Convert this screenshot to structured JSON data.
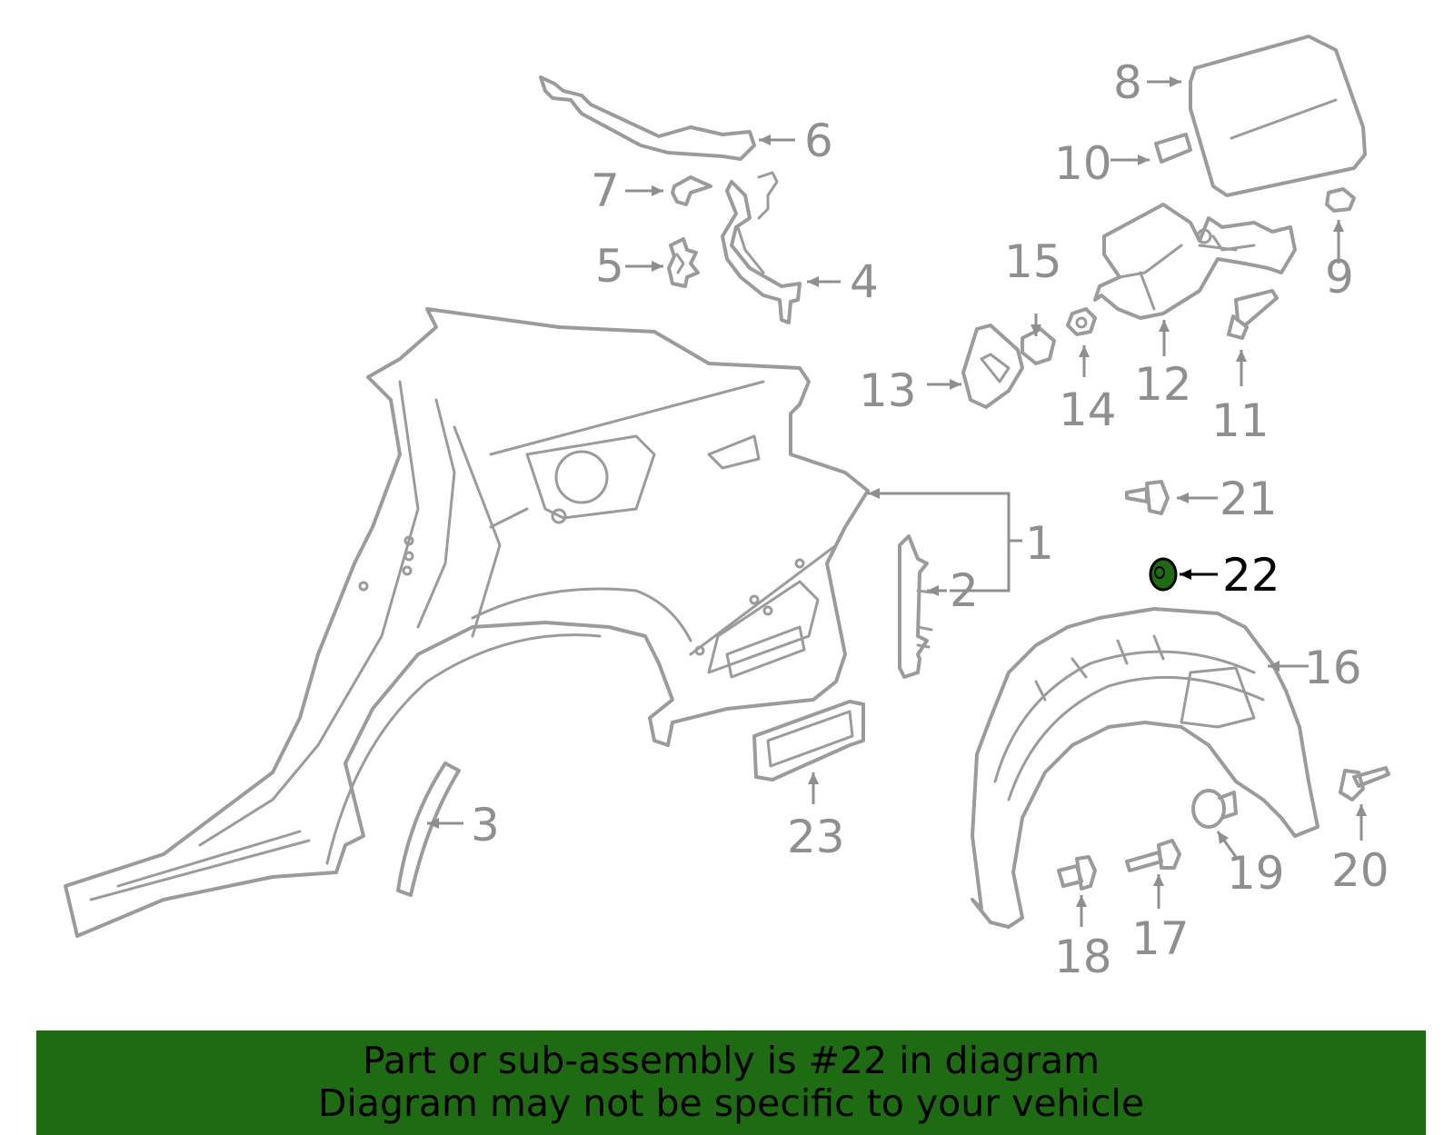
{
  "highlight": {
    "part_number": "22",
    "fill_color": "#1e6b14"
  },
  "banner": {
    "line1": "Part or sub-assembly is #22 in diagram",
    "line2": "Diagram may not be specific to your vehicle",
    "background_color": "#1e6b14"
  },
  "callouts": [
    "1",
    "2",
    "3",
    "4",
    "5",
    "6",
    "7",
    "8",
    "9",
    "10",
    "11",
    "12",
    "13",
    "14",
    "15",
    "16",
    "17",
    "18",
    "19",
    "20",
    "21",
    "22",
    "23"
  ],
  "colors": {
    "line": "#9b9b9b",
    "label": "#8f8f8f",
    "highlight_label": "#000000"
  }
}
